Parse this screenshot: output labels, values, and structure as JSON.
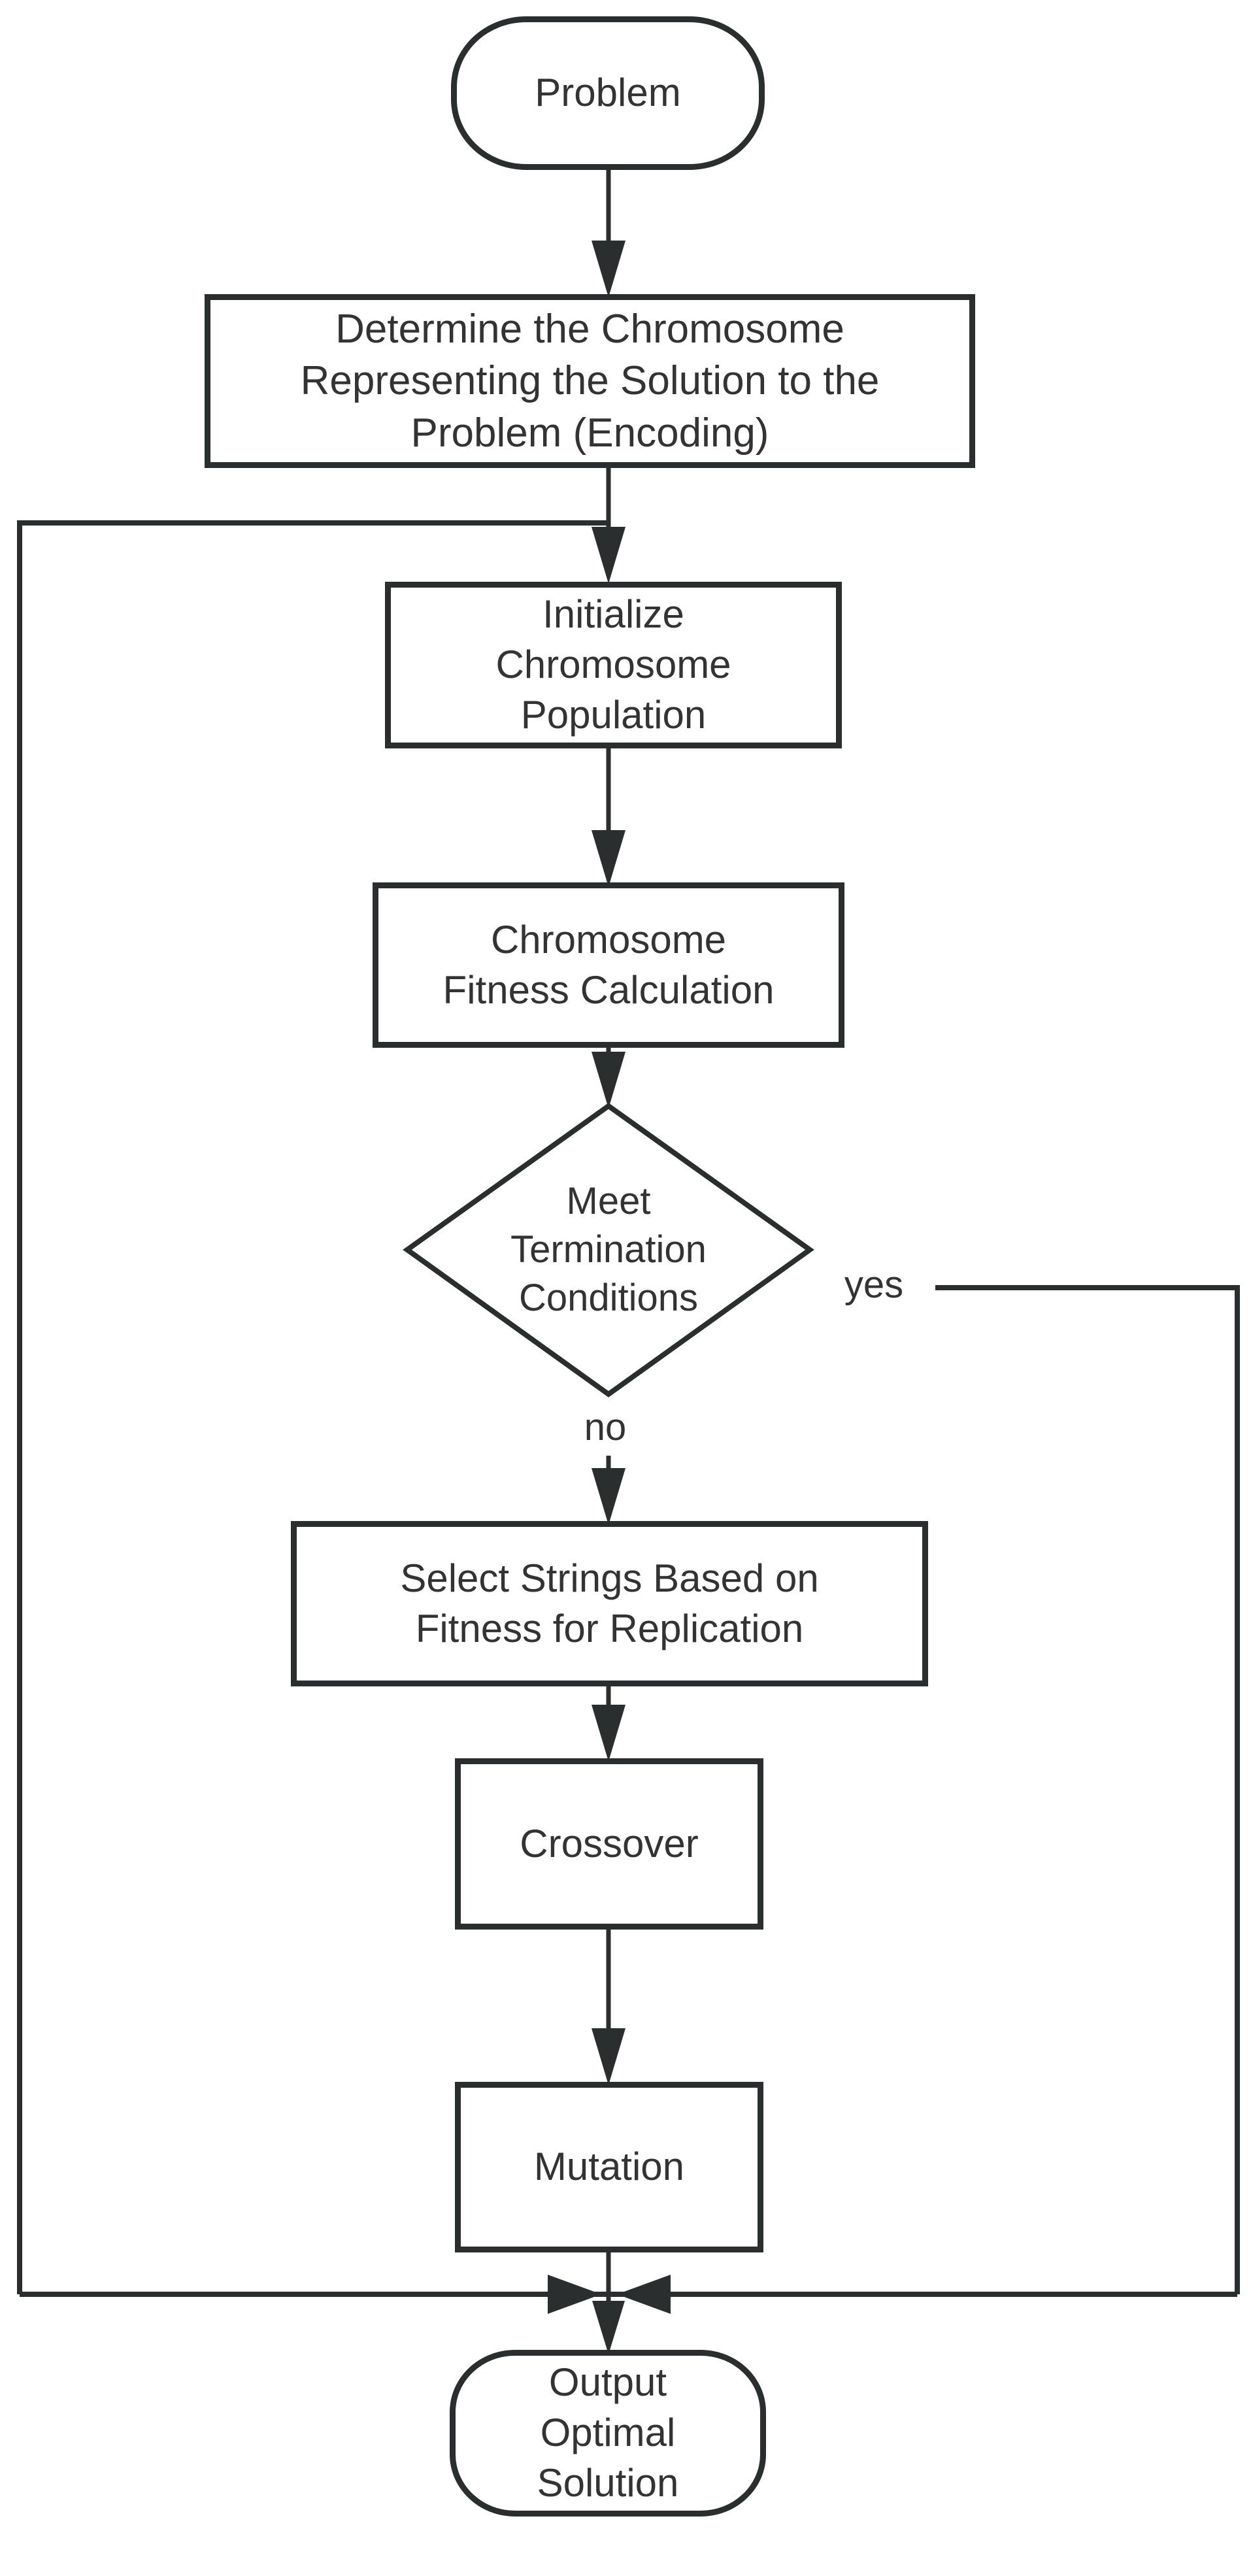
{
  "flowchart": {
    "nodes": {
      "problem": {
        "label": "Problem",
        "shape": "terminator"
      },
      "encoding": {
        "label": "Determine the Chromosome\nRepresenting the Solution to the\nProblem (Encoding)",
        "shape": "process"
      },
      "initialize": {
        "label": "Initialize\nChromosome\nPopulation",
        "shape": "process"
      },
      "fitness": {
        "label": "Chromosome\nFitness Calculation",
        "shape": "process"
      },
      "decision": {
        "label": "Meet\nTermination\nConditions",
        "shape": "decision"
      },
      "select": {
        "label": "Select Strings Based on\nFitness for Replication",
        "shape": "process"
      },
      "crossover": {
        "label": "Crossover",
        "shape": "process"
      },
      "mutation": {
        "label": "Mutation",
        "shape": "process"
      },
      "output": {
        "label": "Output\nOptimal\nSolution",
        "shape": "terminator"
      }
    },
    "edge_labels": {
      "yes": "yes",
      "no": "no"
    },
    "colors": {
      "ink": "#2b2e2e",
      "text": "#333333",
      "background": "#ffffff"
    }
  }
}
